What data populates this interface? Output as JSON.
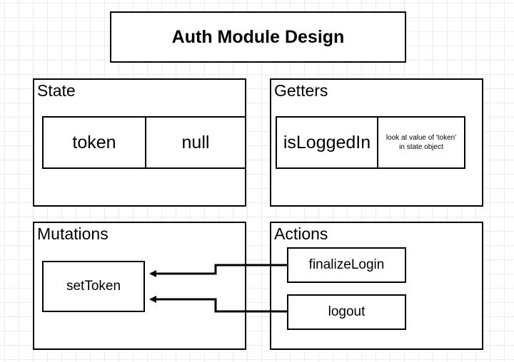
{
  "title": "Auth Module Design",
  "state": {
    "label": "State",
    "key": "token",
    "value": "null"
  },
  "getters": {
    "label": "Getters",
    "name": "isLoggedIn",
    "description_line1": "look at value of 'token'",
    "description_line2": "in state object"
  },
  "mutations": {
    "label": "Mutations",
    "items": [
      "setToken"
    ]
  },
  "actions": {
    "label": "Actions",
    "items": [
      "finalizeLogin",
      "logout"
    ]
  },
  "colors": {
    "stroke": "#000000",
    "grid": "#ececec",
    "background": "#ffffff"
  }
}
